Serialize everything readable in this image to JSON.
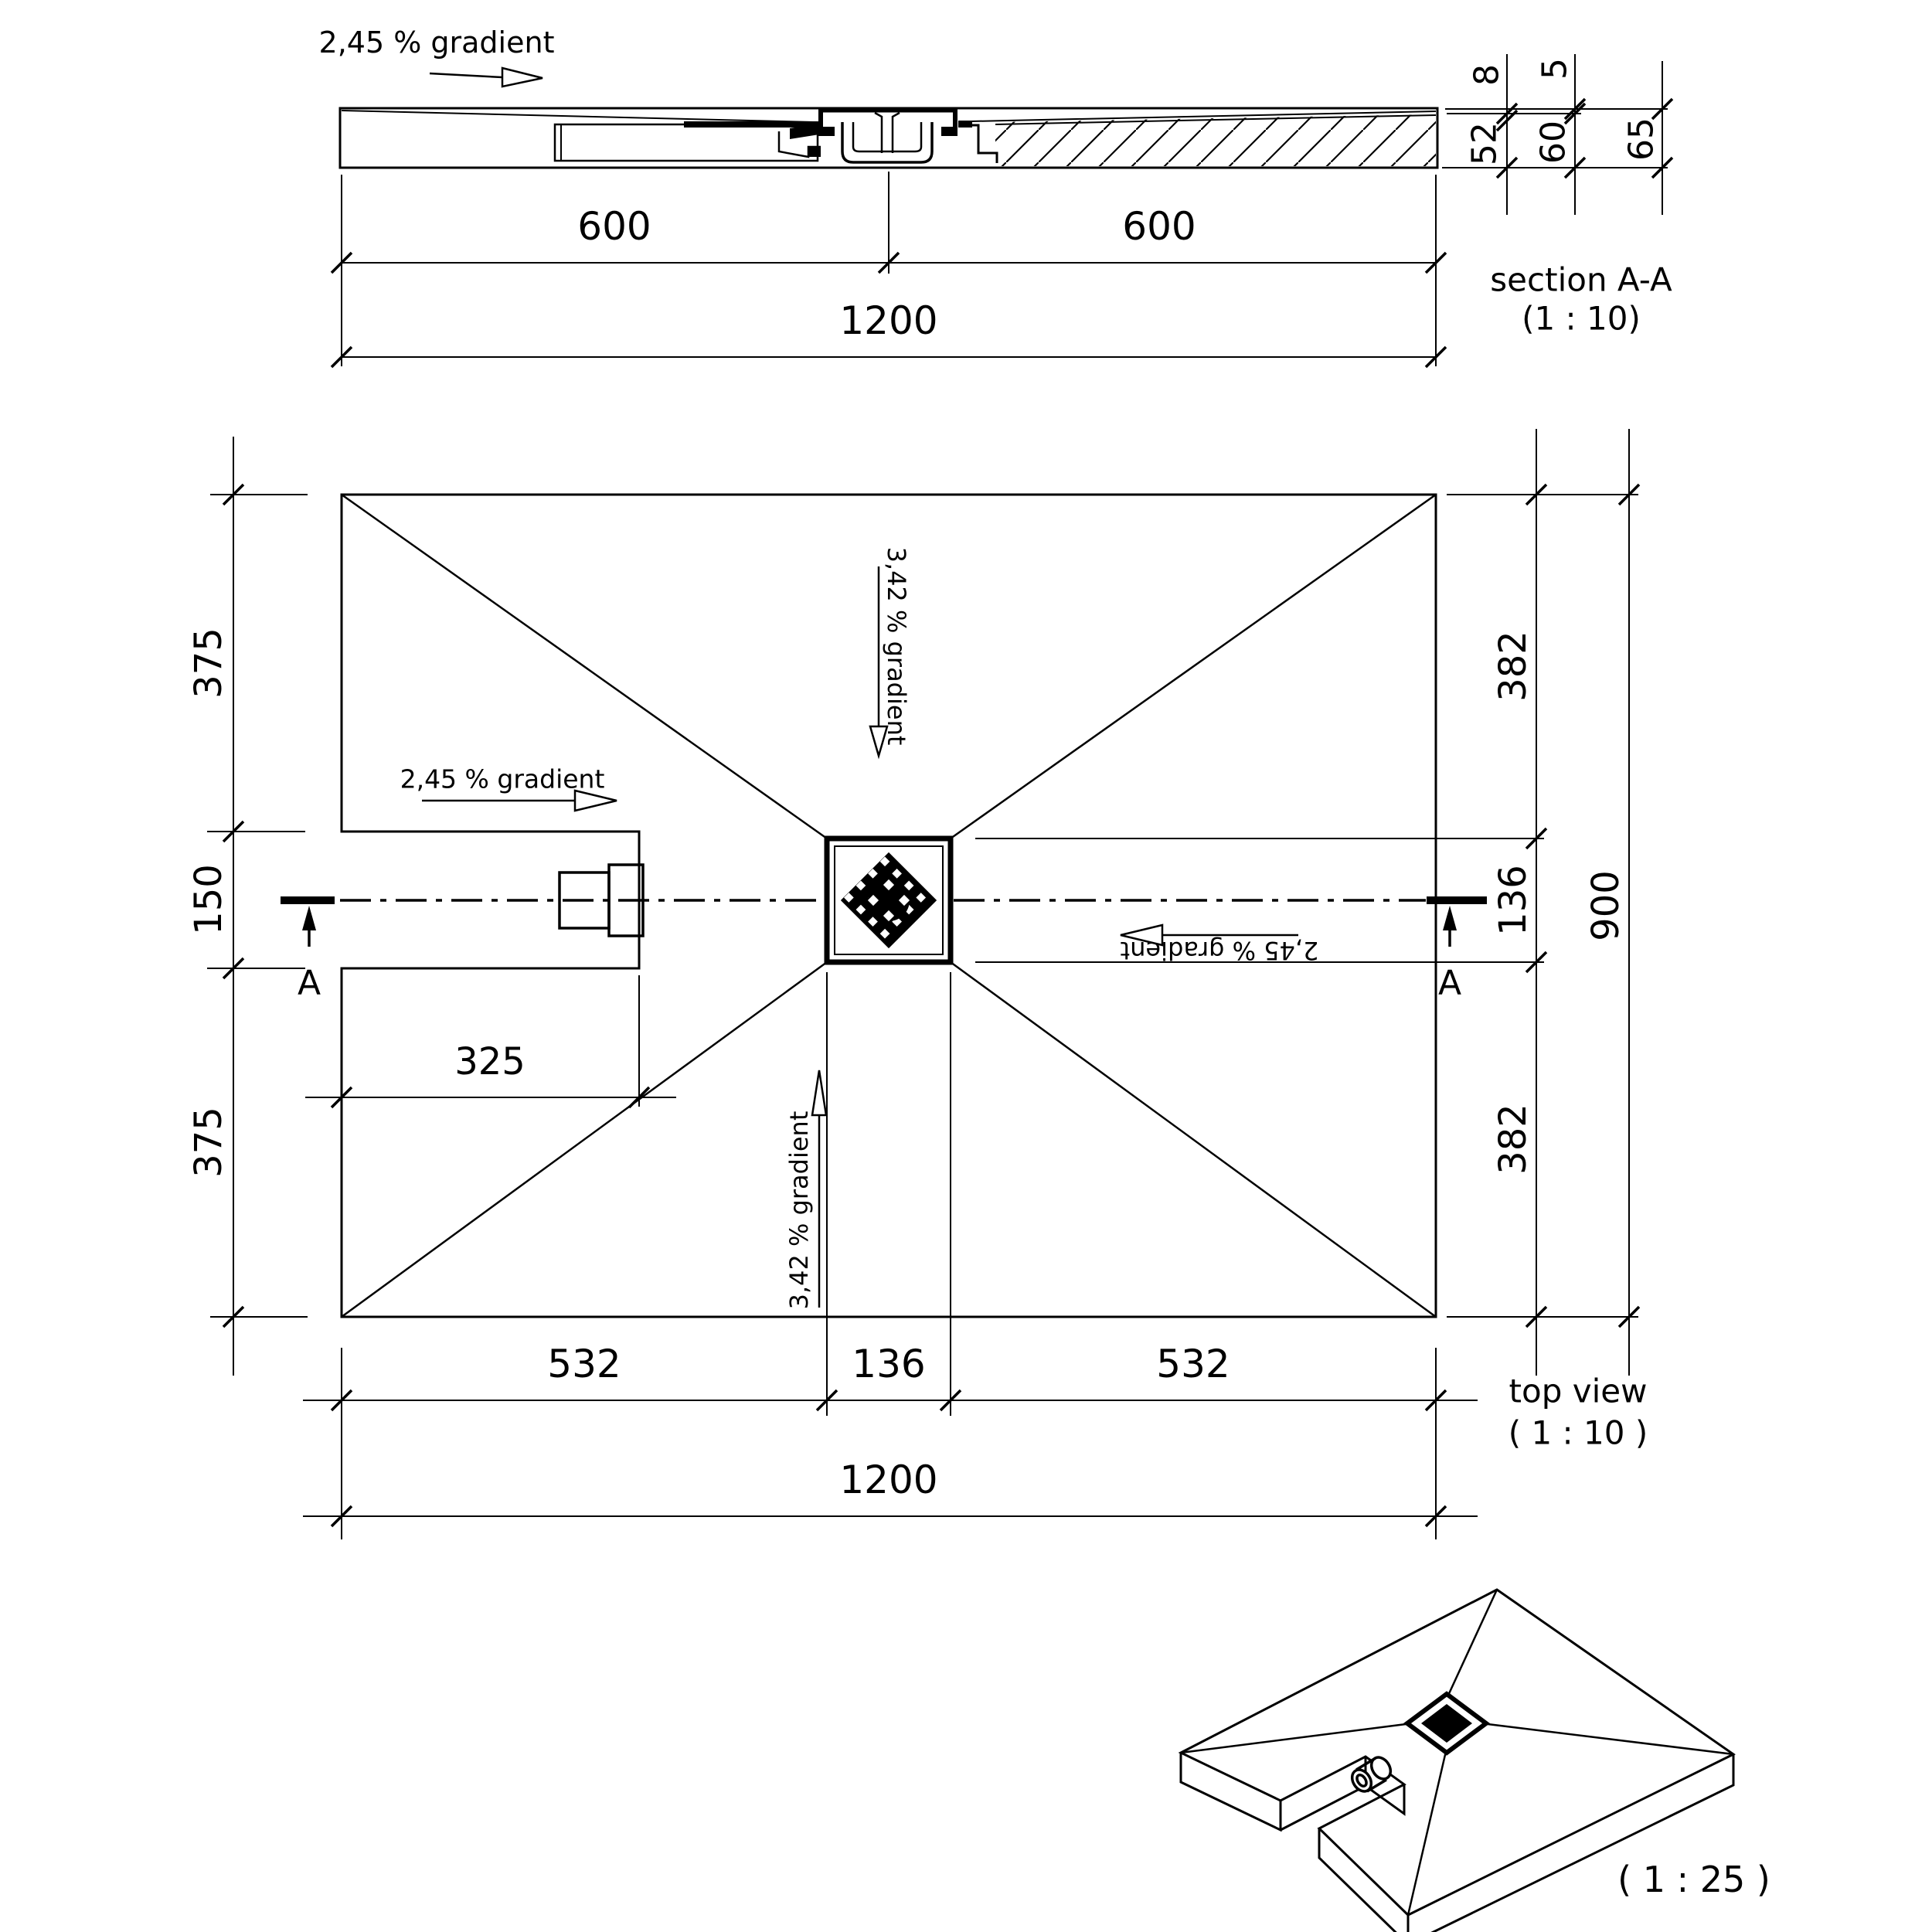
{
  "section": {
    "title": "section A-A",
    "scale": "(1 : 10)",
    "gradient": "2,45 % gradient",
    "dim_600_left": "600",
    "dim_600_right": "600",
    "dim_1200": "1200",
    "dim_8": "8",
    "dim_52": "52",
    "dim_5": "5",
    "dim_60": "60",
    "dim_65": "65"
  },
  "top_view": {
    "title": "top view",
    "scale": "( 1 : 10 )",
    "gradient_left": "2,45 % gradient",
    "gradient_top": "3,42 % gradient",
    "gradient_right": "2,45 % gradient",
    "gradient_bottom": "3,42 % gradient",
    "dim_375_top": "375",
    "dim_150": "150",
    "dim_375_bottom": "375",
    "dim_382_top": "382",
    "dim_136_right": "136",
    "dim_382_bottom": "382",
    "dim_900": "900",
    "dim_532_left": "532",
    "dim_136_bottom": "136",
    "dim_532_right": "532",
    "dim_1200": "1200",
    "dim_325": "325",
    "marker_a_left": "A",
    "marker_a_right": "A"
  },
  "iso": {
    "scale": "( 1 : 25 )"
  },
  "colors": {
    "ink": "#000000",
    "paper": "#ffffff"
  }
}
